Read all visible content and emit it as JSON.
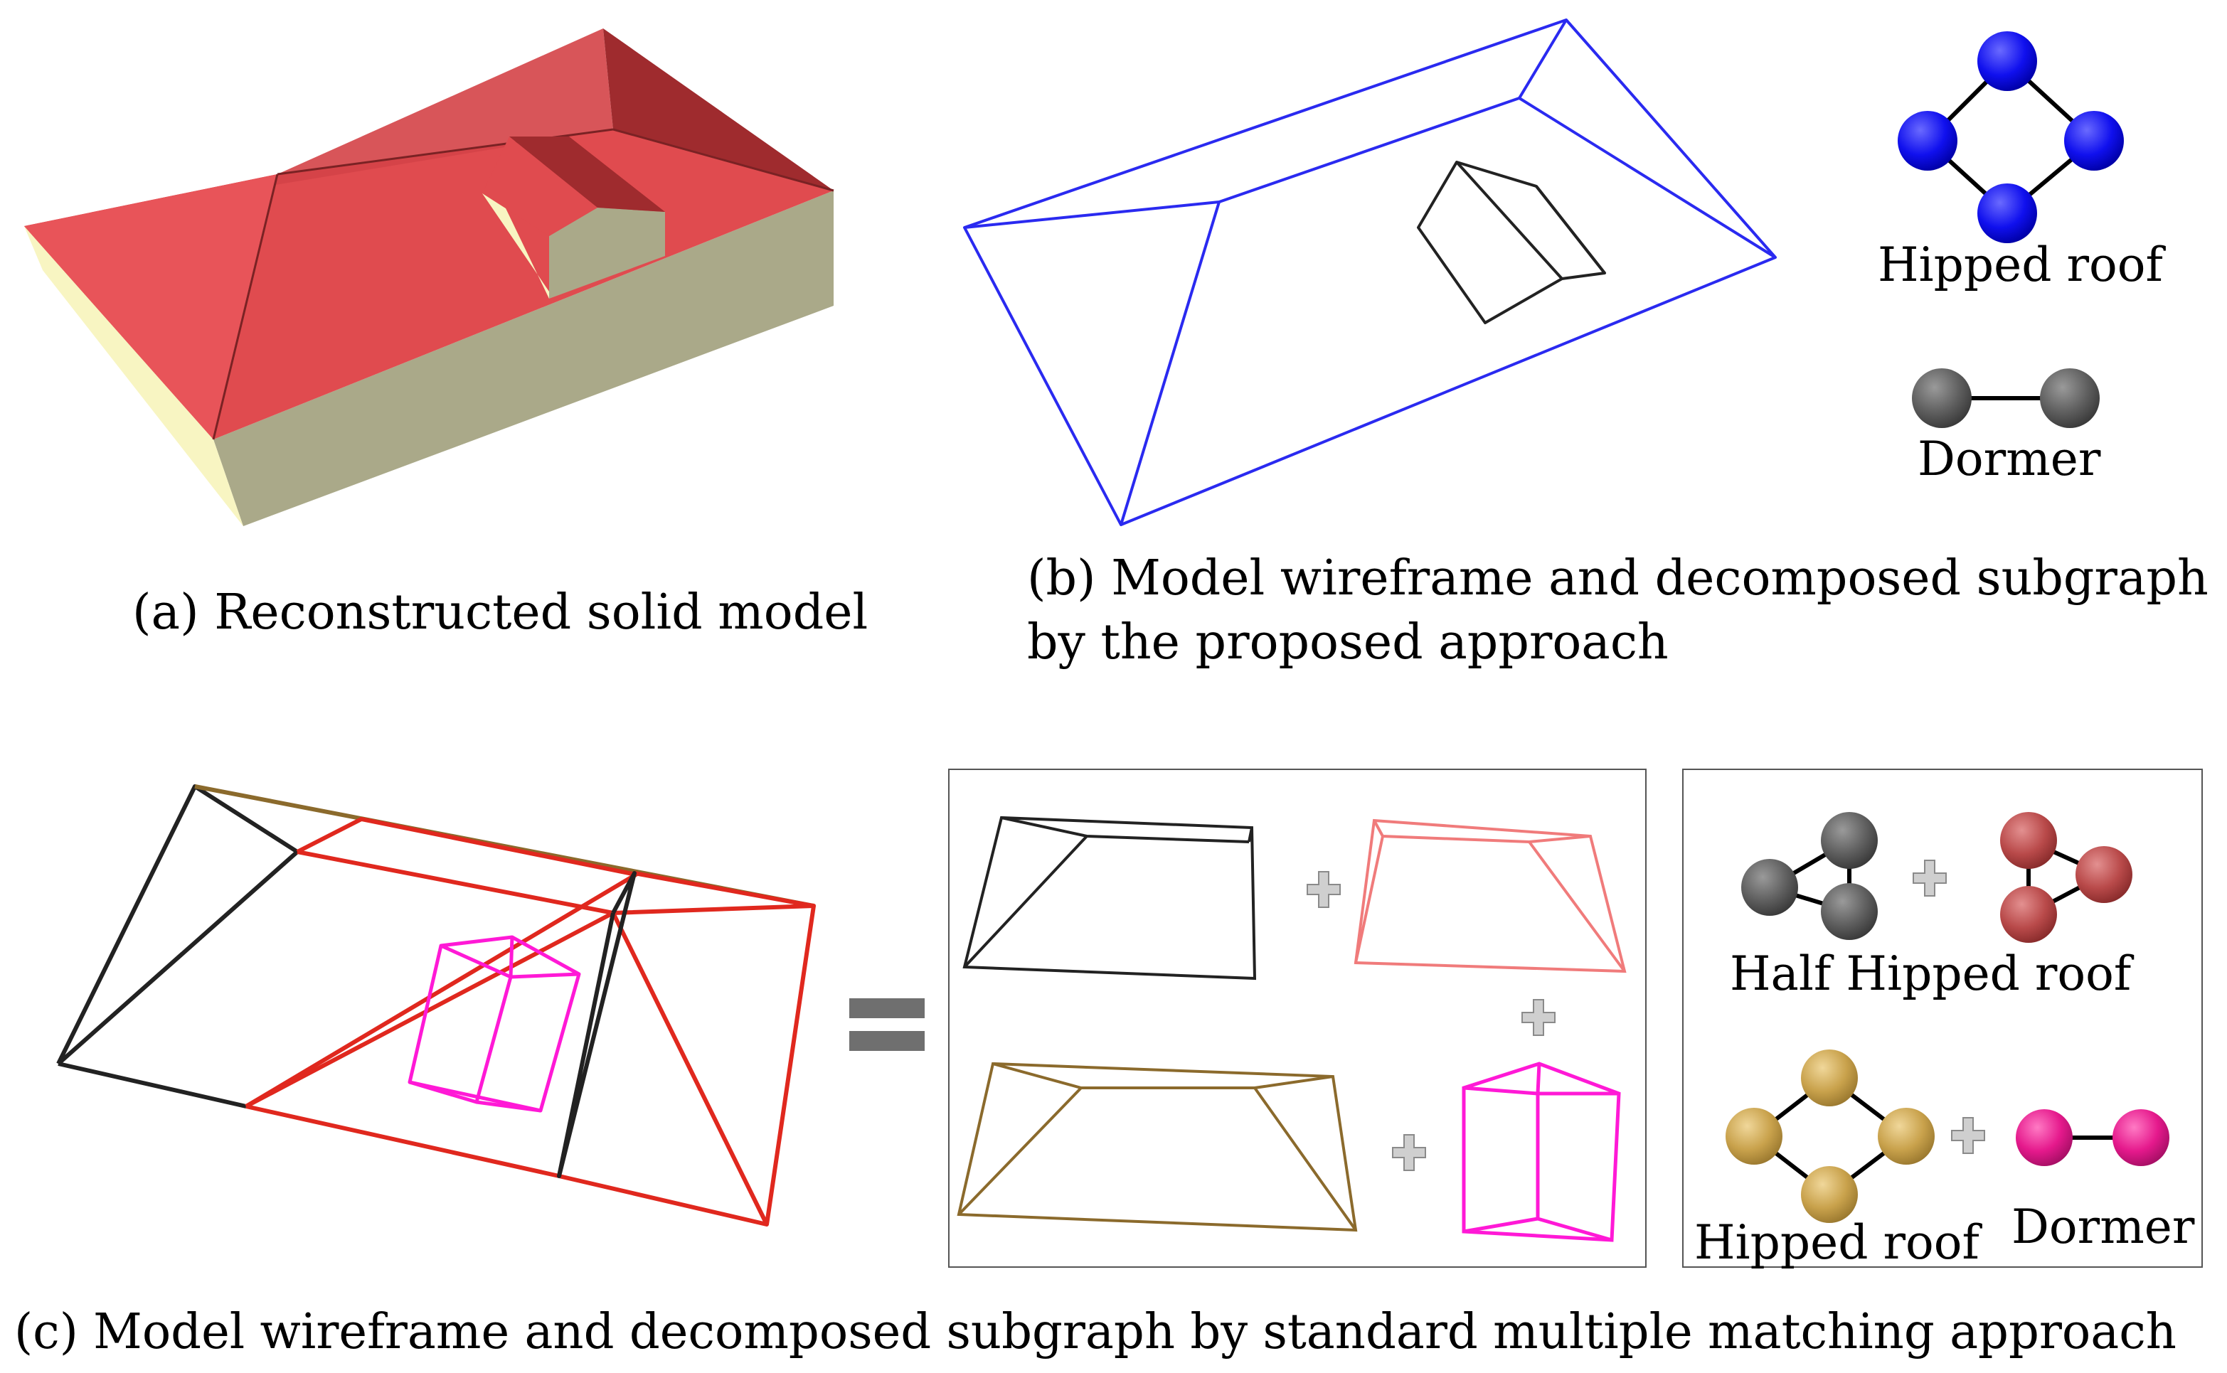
{
  "captions": {
    "a": "(a) Reconstructed solid model",
    "b_line1": "(b) Model wireframe and decomposed subgraph",
    "b_line2": "by the proposed approach",
    "c": "(c) Model wireframe and decomposed subgraph  by standard multiple matching approach"
  },
  "legend_b": {
    "hipped_roof": "Hipped roof",
    "dormer": "Dormer"
  },
  "legend_c": {
    "half_hipped_roof": "Half Hipped roof",
    "hipped_roof": "Hipped roof",
    "dormer": "Dormer"
  },
  "colors": {
    "roof_red": "#e04b4f",
    "wireframe_blue": "#2a2af0",
    "dormer_magenta": "#ff19d6",
    "node_blue": "#1010ee",
    "node_gray": "#5f5f5f",
    "node_red": "#b94a4a",
    "node_tan": "#c9a24c",
    "node_pink": "#e5198c",
    "edge_brown": "#8b6a2c"
  }
}
